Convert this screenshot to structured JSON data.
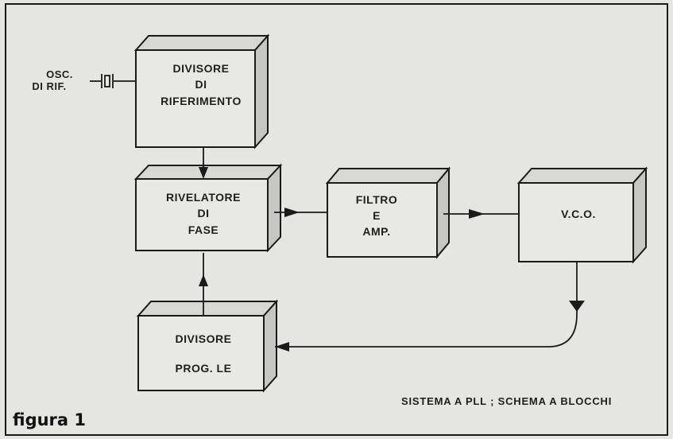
{
  "figure_label": "figura 1",
  "caption": "SISTEMA A PLL ; SCHEMA A BLOCCHI",
  "oscillator": {
    "lines": [
      "OSC.",
      "DI RIF."
    ]
  },
  "blocks": [
    {
      "id": "ref-divider",
      "lines": [
        "DIVISORE",
        "DI",
        "RIFERIMENTO"
      ]
    },
    {
      "id": "phase-detector",
      "lines": [
        "RIVELATORE",
        "DI",
        "FASE"
      ]
    },
    {
      "id": "filter-amp",
      "lines": [
        "FILTRO",
        "E",
        "AMP."
      ]
    },
    {
      "id": "vco",
      "lines": [
        "V.C.O."
      ]
    },
    {
      "id": "prog-divider",
      "lines": [
        "DIVISORE",
        "PROG. LE"
      ]
    }
  ],
  "connections": [
    {
      "from": "oscillator",
      "to": "ref-divider"
    },
    {
      "from": "ref-divider",
      "to": "phase-detector"
    },
    {
      "from": "phase-detector",
      "to": "filter-amp"
    },
    {
      "from": "filter-amp",
      "to": "vco"
    },
    {
      "from": "vco",
      "to": "prog-divider"
    },
    {
      "from": "prog-divider",
      "to": "phase-detector"
    }
  ]
}
